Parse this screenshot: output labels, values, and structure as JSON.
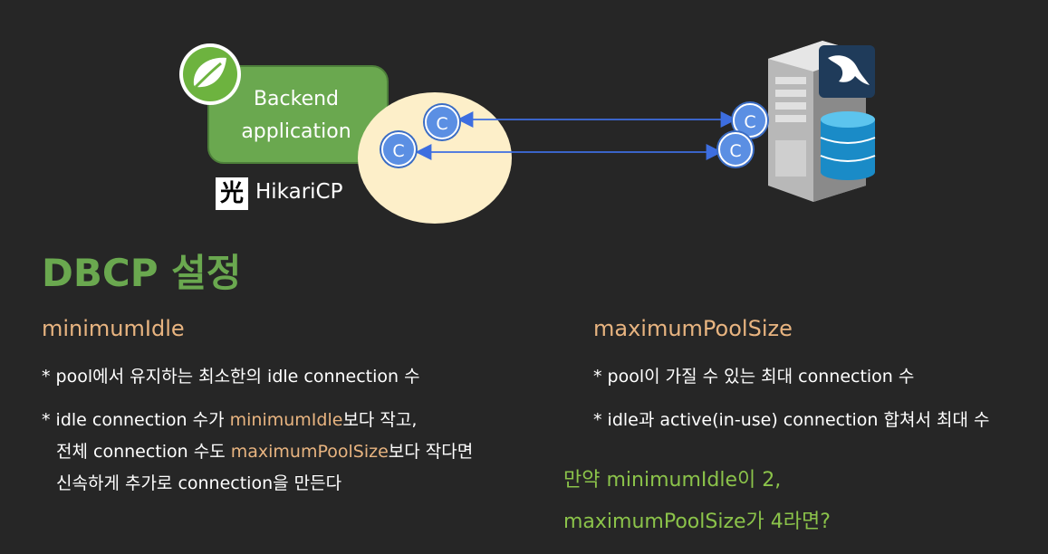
{
  "diagram": {
    "backend_line1": "Backend",
    "backend_line2": "application",
    "hikari_label": "HikariCP",
    "hikari_logo_glyph": "光",
    "connection_glyph": "C",
    "icons": [
      "spring-leaf-icon",
      "hikari-logo-icon",
      "server-icon",
      "mysql-dolphin-icon",
      "database-icon"
    ],
    "colors": {
      "backend": "#6aa84f",
      "pool": "#fdefc9",
      "connection": "#5b8fe3",
      "arrow": "#3d6ee0"
    }
  },
  "title": "DBCP 설정",
  "left": {
    "param": "minimumIdle",
    "bullet1": "* pool에서 유지하는 최소한의 idle connection 수",
    "bullet2_a": "* idle connection 수가 ",
    "bullet2_hl1": "minimumIdle",
    "bullet2_b": "보다 작고,",
    "bullet2_c": "전체 connection 수도 ",
    "bullet2_hl2": "maximumPoolSize",
    "bullet2_d": "보다 작다면",
    "bullet2_e": "신속하게 추가로 connection을 만든다"
  },
  "right": {
    "param": "maximumPoolSize",
    "bullet1": "* pool이 가질 수 있는 최대 connection 수",
    "bullet2": "* idle과 active(in-use) connection 합쳐서 최대 수",
    "question_line1": "만약 minimumIdle이 2,",
    "question_line2": "maximumPoolSize가 4라면?"
  }
}
